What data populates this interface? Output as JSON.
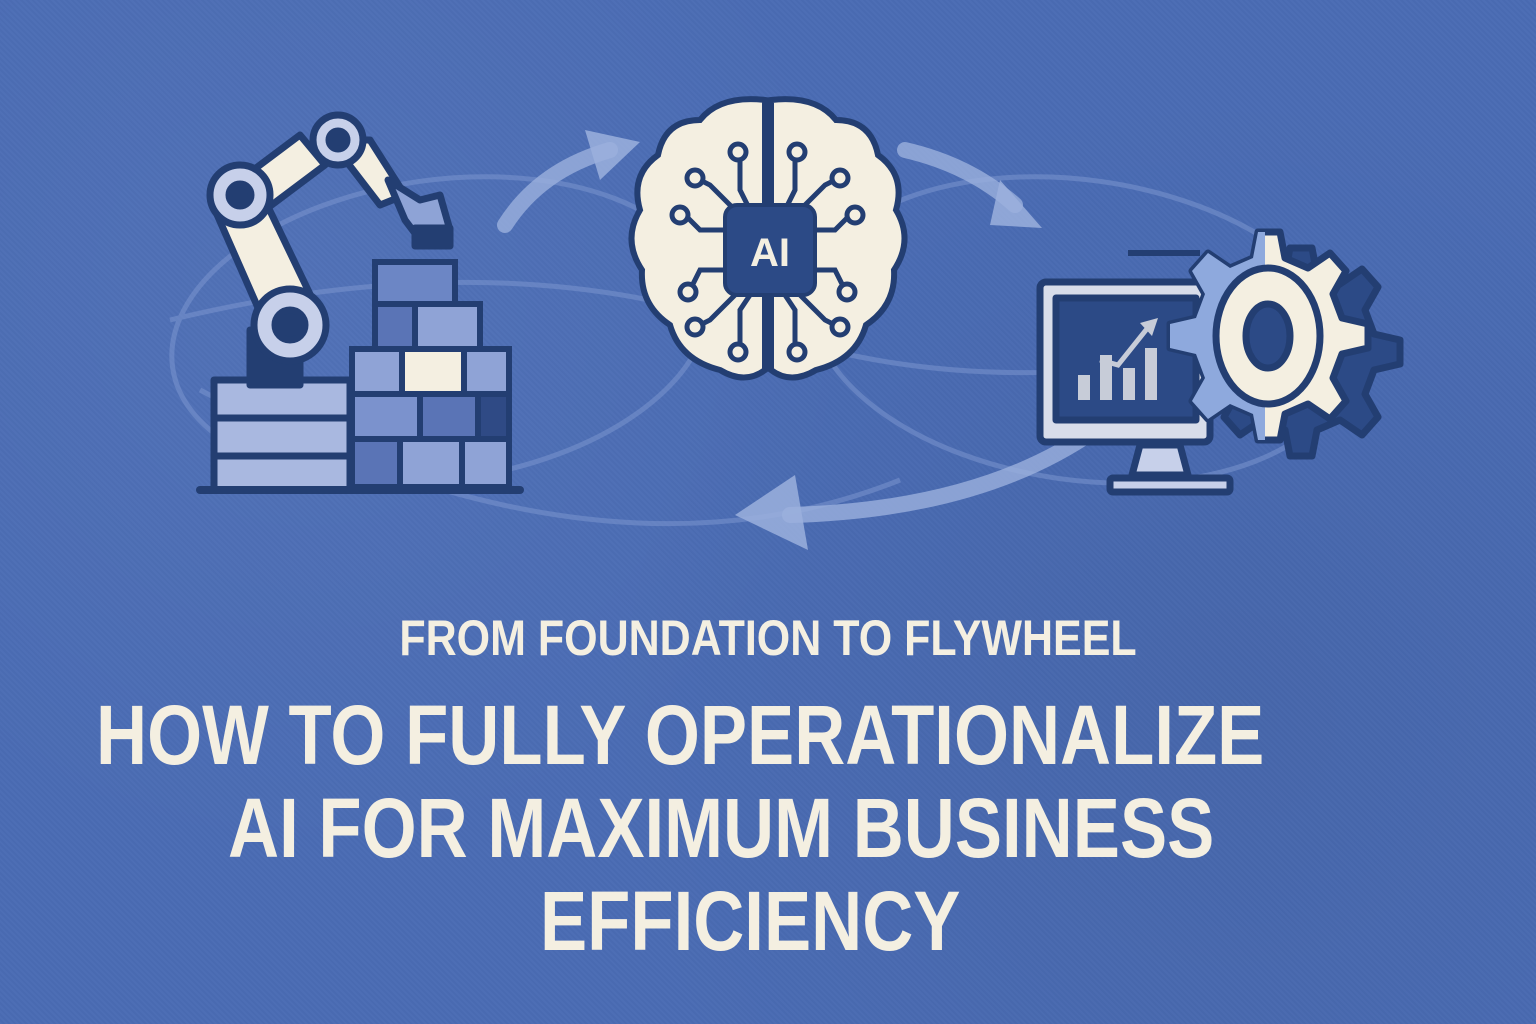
{
  "colors": {
    "background": "#4a6cb4",
    "cream": "#f4efe1",
    "navy": "#233e72",
    "light_fill": "#a9b8e0",
    "cycle_arrow": "#8fa6d8"
  },
  "illustration": {
    "left_icon": "robotic-arm-stacking-blocks-icon",
    "center_icon": "ai-brain-circuit-icon",
    "center_badge": "AI",
    "right_icon": "monitor-chart-gear-icon",
    "cycle": "circular-flywheel-arrows"
  },
  "headline": {
    "subtitle": "FROM FOUNDATION TO FLYWHEEL",
    "title_lines": [
      "HOW TO FULLY OPERATIONALIZE",
      "AI FOR MAXIMUM BUSINESS",
      "EFFICIENCY"
    ]
  }
}
